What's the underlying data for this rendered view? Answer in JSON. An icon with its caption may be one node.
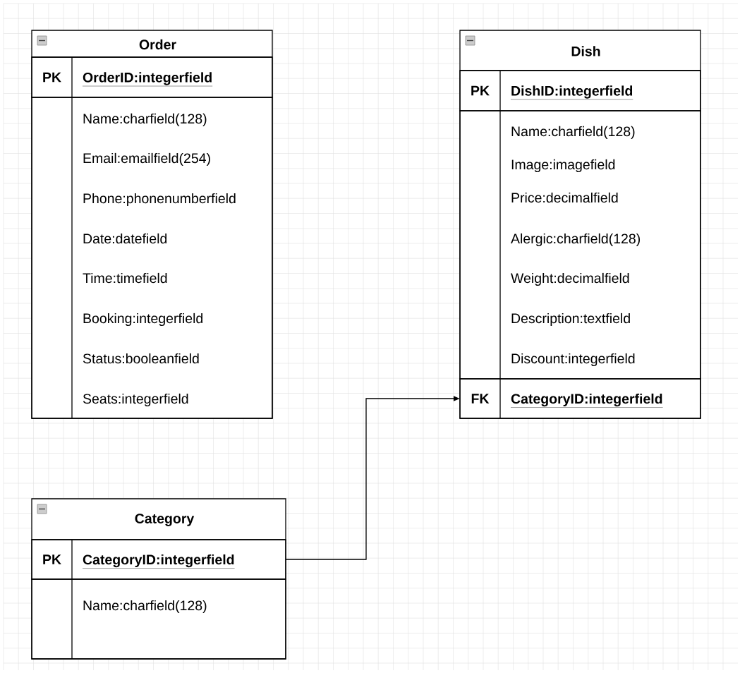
{
  "diagram": {
    "nodes": [
      {
        "text": [
          "Order"
        ]
      },
      {
        "text": [
          "PK",
          "OrderID:integerfield"
        ],
        "in": 0
      },
      {
        "text": [
          "Name:charfield(128)",
          "Email:emailfield(254)",
          "Phone:phonenumberfield",
          "Date:datefield",
          "Time:timefield",
          "Booking:integerfield",
          "Status:booleanfield",
          "Seats:integerfield"
        ],
        "in": 0
      },
      {
        "text": [
          "Dish"
        ]
      },
      {
        "text": [
          "PK",
          "DishID:integerfield"
        ],
        "in": 3
      },
      {
        "text": [
          "Name:charfield(128)",
          "Image:imagefield",
          "Price:decimalfield",
          "Alergic:charfield(128)",
          "Weight:decimalfield",
          "Description:textfield",
          "Discount:integerfield"
        ],
        "in": 3
      },
      {
        "text": [
          "FK",
          "CategoryID:integerfield"
        ],
        "in": 3
      },
      {
        "text": [
          "Category"
        ]
      },
      {
        "text": [
          "PK",
          "CategoryID:integerfield"
        ],
        "in": 7
      },
      {
        "text": [
          "Name:charfield(128)"
        ],
        "in": 7
      }
    ],
    "edges": [
      {
        "from": 8,
        "to": 6,
        "arrow": "to"
      }
    ]
  }
}
